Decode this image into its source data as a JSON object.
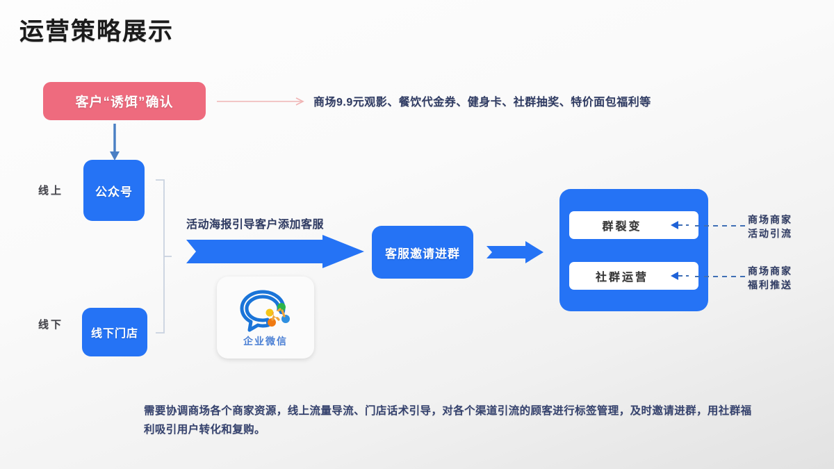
{
  "slide": {
    "title": "运营策略展示",
    "bait": {
      "box_label": "客户“诱饵”确认",
      "detail_text": "商场9.9元观影、餐饮代金券、健身卡、社群抽奖、特价面包福利等"
    },
    "channels": {
      "online_label": "线上",
      "offline_label": "线下",
      "online_box": "公众号",
      "offline_box": "线下门店"
    },
    "flow": {
      "poster_caption": "活动海报引导客户添加客服",
      "invite_box": "客服邀请进群"
    },
    "wecom": {
      "name": "企业微信"
    },
    "group_panel": {
      "items": [
        {
          "label": "群裂变",
          "note": "商场商家\n活动引流",
          "note_line1": "商场商家",
          "note_line2": "活动引流"
        },
        {
          "label": "社群运营",
          "note": "商场商家\n福利推送",
          "note_line1": "商场商家",
          "note_line2": "福利推送"
        }
      ]
    },
    "footer": "需要协调商场各个商家资源，线上流量导流、门店话术引导，对各个渠道引流的顾客进行标签管理，及时邀请进群，用社群福利吸引用户转化和复购。",
    "colors": {
      "brand_blue": "#2573f5",
      "bait_pink": "#ee6b7e",
      "text_navy": "#2f3b63",
      "title_black": "#1b1b1b",
      "wecom_blue": "#4a7fd4"
    }
  }
}
